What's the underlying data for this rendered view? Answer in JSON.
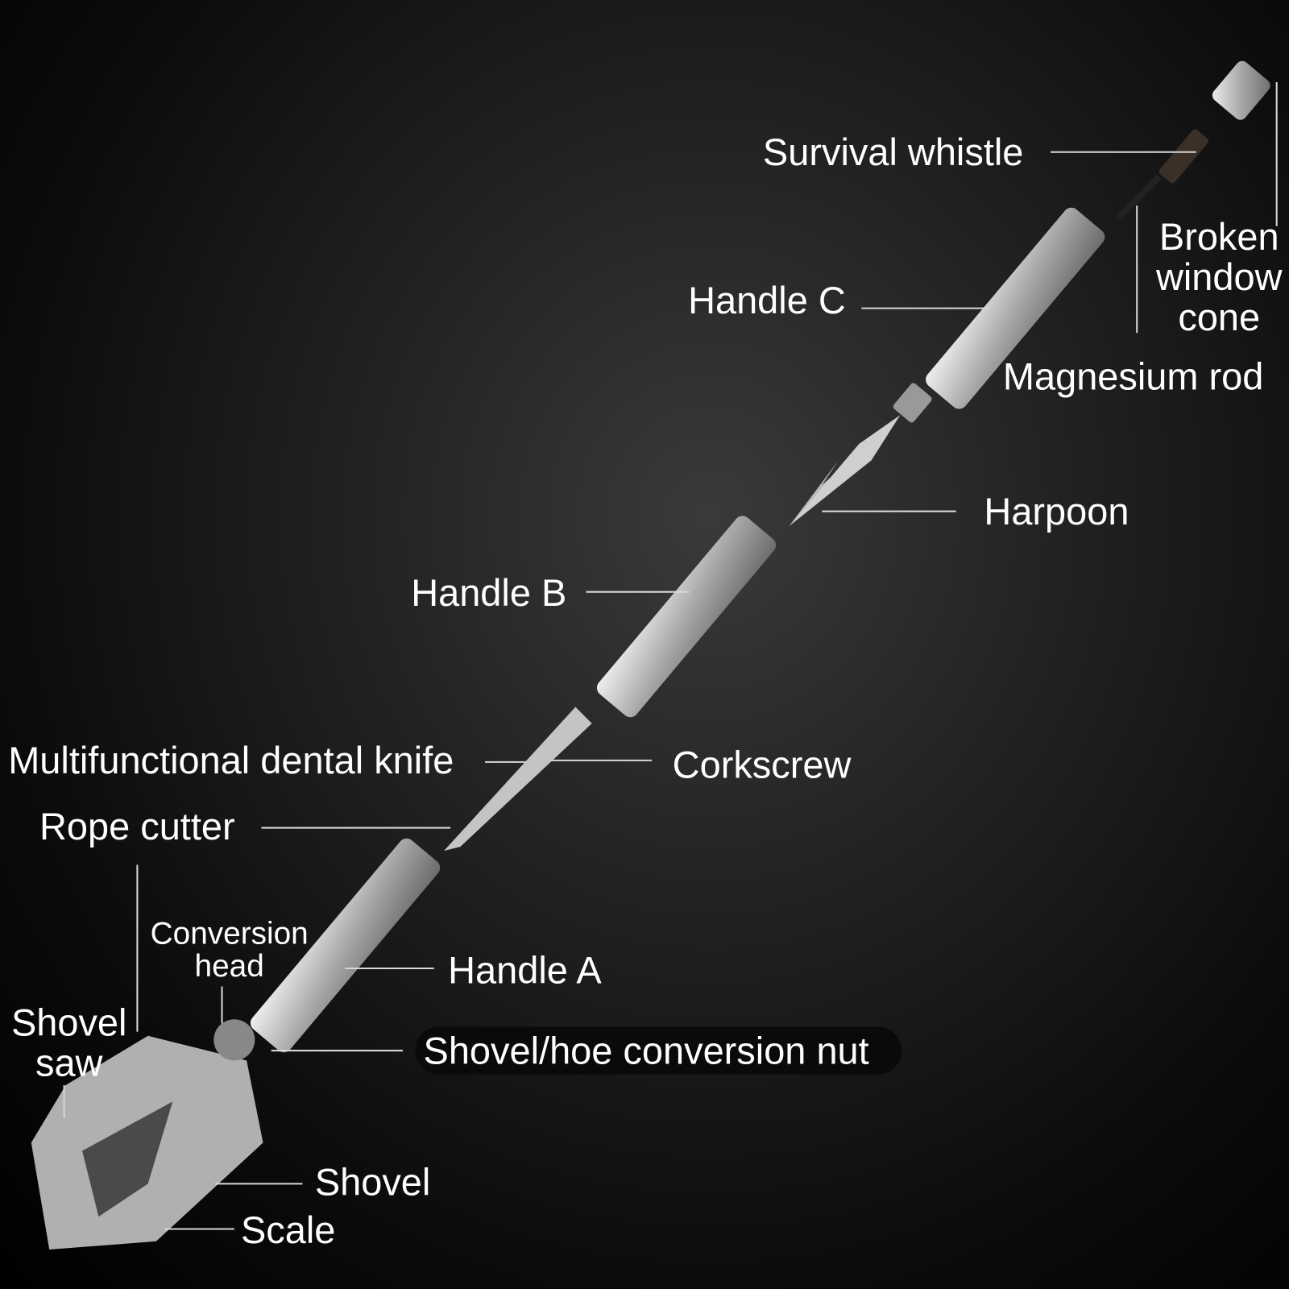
{
  "labels": {
    "survival_whistle": "Survival whistle",
    "broken_window_cone": [
      "Broken",
      "window",
      "cone"
    ],
    "handle_c": "Handle C",
    "magnesium_rod": "Magnesium rod",
    "harpoon": "Harpoon",
    "handle_b": "Handle B",
    "dental_knife": "Multifunctional dental knife",
    "corkscrew": "Corkscrew",
    "rope_cutter": "Rope cutter",
    "conversion_head": [
      "Conversion",
      "head"
    ],
    "shovel_saw": [
      "Shovel",
      "saw"
    ],
    "handle_a": "Handle A",
    "conversion_nut": "Shovel/hoe conversion nut",
    "shovel": "Shovel",
    "scale": "Scale"
  },
  "colors": {
    "metal": "#c9c9c9",
    "leader": "#d8d8d8",
    "background": "#1a1a1a"
  }
}
